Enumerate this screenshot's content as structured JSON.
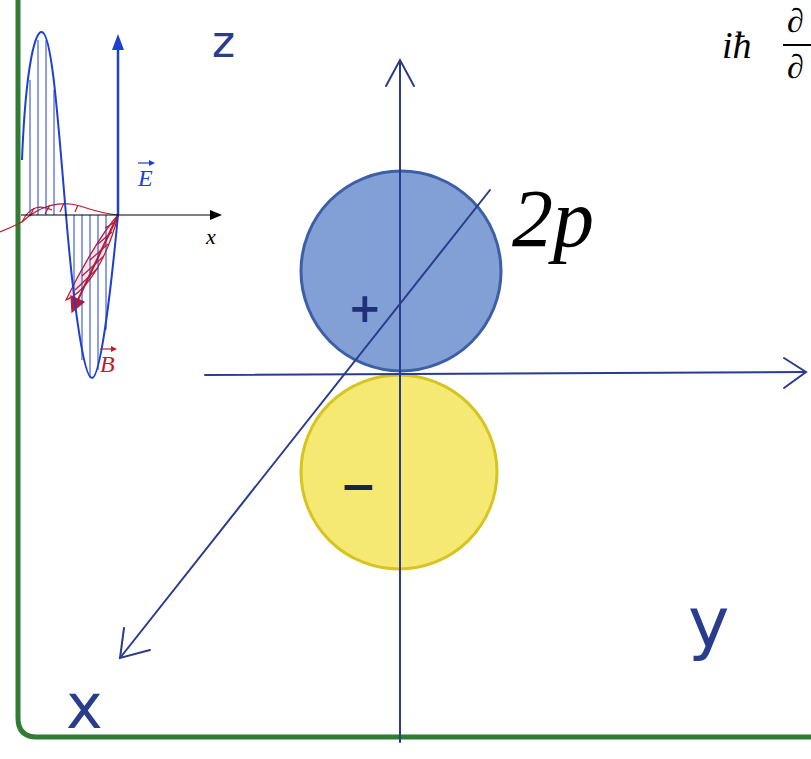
{
  "diagram": {
    "nodes": [
      {
        "text": [
          "+"
        ]
      },
      {
        "text": [
          "−"
        ]
      }
    ],
    "labels": [
      "z",
      "y",
      "x",
      "2p",
      "iħ",
      "∂",
      "∂",
      "E",
      "B",
      "x"
    ]
  }
}
